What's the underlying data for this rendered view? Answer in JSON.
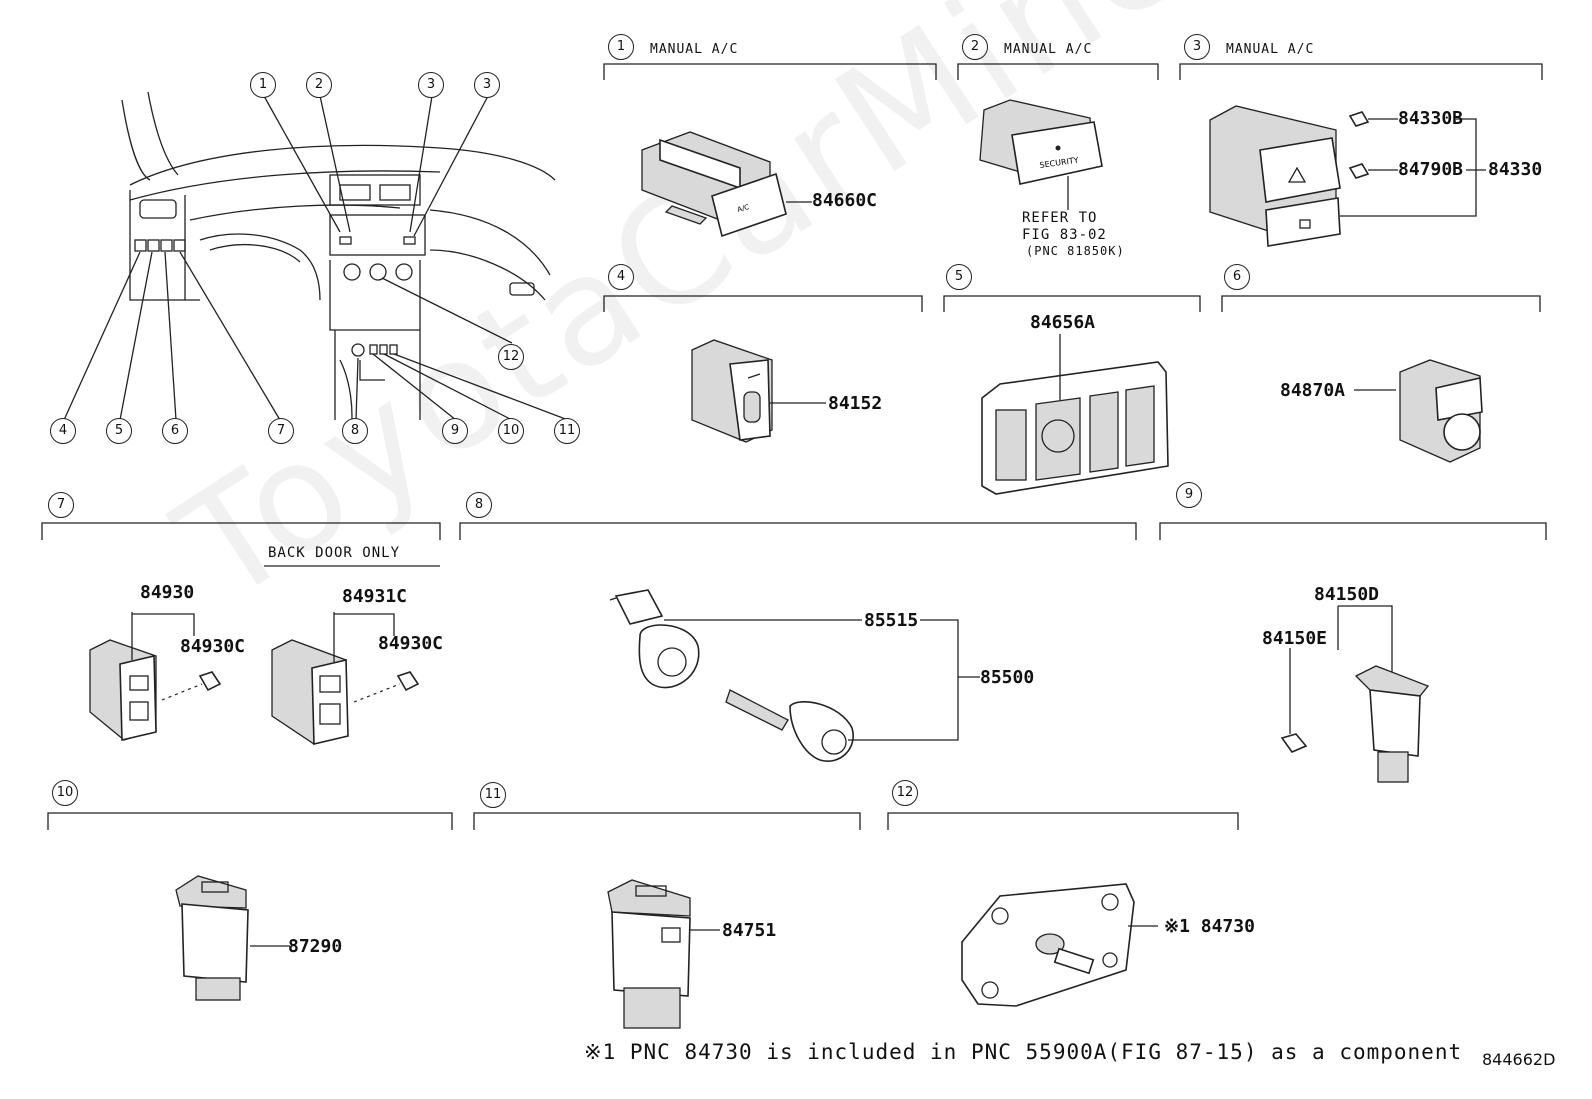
{
  "overview": {
    "callouts": [
      {
        "id": "1"
      },
      {
        "id": "2"
      },
      {
        "id": "3a",
        "text": "3"
      },
      {
        "id": "3b",
        "text": "3"
      },
      {
        "id": "4"
      },
      {
        "id": "5"
      },
      {
        "id": "6"
      },
      {
        "id": "7"
      },
      {
        "id": "8"
      },
      {
        "id": "9"
      },
      {
        "id": "10"
      },
      {
        "id": "11"
      },
      {
        "id": "12"
      }
    ],
    "callout_texts": [
      "1",
      "2",
      "3",
      "3",
      "4",
      "5",
      "6",
      "7",
      "8",
      "9",
      "10",
      "11",
      "12"
    ]
  },
  "sections": [
    {
      "num": "1",
      "title": "MANUAL A/C"
    },
    {
      "num": "2",
      "title": "MANUAL A/C"
    },
    {
      "num": "3",
      "title": "MANUAL A/C"
    },
    {
      "num": "4",
      "title": ""
    },
    {
      "num": "5",
      "title": ""
    },
    {
      "num": "6",
      "title": ""
    },
    {
      "num": "7",
      "title": ""
    },
    {
      "num": "8",
      "title": ""
    },
    {
      "num": "9",
      "title": ""
    },
    {
      "num": "10",
      "title": ""
    },
    {
      "num": "11",
      "title": ""
    },
    {
      "num": "12",
      "title": ""
    }
  ],
  "parts": {
    "p84660C": "84660C",
    "p84330B": "84330B",
    "p84790B": "84790B",
    "p84330": "84330",
    "p84152": "84152",
    "p84656A": "84656A",
    "p84870A": "84870A",
    "p84930": "84930",
    "p84930C_a": "84930C",
    "p84931C": "84931C",
    "p84930C_b": "84930C",
    "p85515": "85515",
    "p85500": "85500",
    "p84150D": "84150D",
    "p84150E": "84150E",
    "p87290": "87290",
    "p84751": "84751",
    "p84730": "※1 84730"
  },
  "notes": {
    "back_door_only": "BACK DOOR ONLY",
    "refer_line1": "REFER TO",
    "refer_line2": "FIG 83-02",
    "refer_line3": "(PNC 81850K)",
    "security_label": "SECURITY",
    "footnote": "※1 PNC 84730 is included in PNC 55900A(FIG 87-15) as a component",
    "drawing_code": "844662D"
  },
  "watermark": "ToyotaCarMine.ru"
}
